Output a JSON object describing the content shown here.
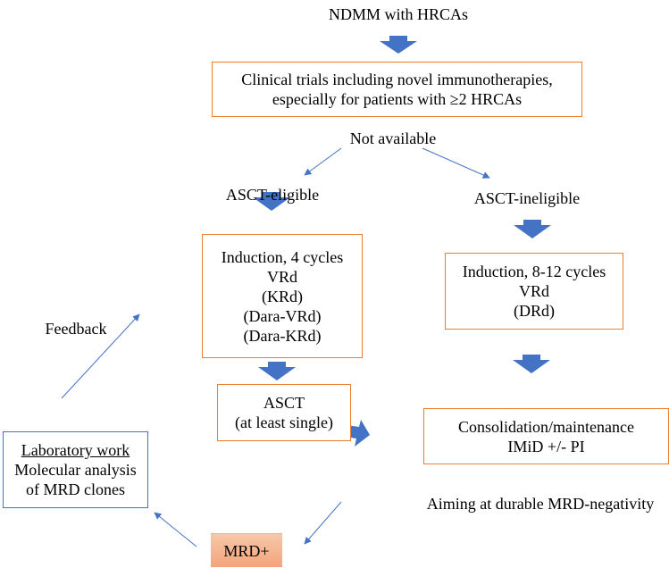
{
  "title": "NDMM with HRCAs",
  "trials_box": [
    "Clinical trials including novel immunotherapies,",
    "especially for patients with ≥2 HRCAs"
  ],
  "not_available": "Not available",
  "left_branch": {
    "label": "ASCT-eligible",
    "induction": [
      "Induction, 4 cycles",
      "VRd",
      "(KRd)",
      "(Dara-VRd)",
      "(Dara-KRd)"
    ],
    "asct": [
      "ASCT",
      "(at least single)"
    ]
  },
  "right_branch": {
    "label": "ASCT-ineligible",
    "induction": [
      "Induction, 8-12 cycles",
      "VRd",
      "(DRd)"
    ],
    "consolidation": [
      "Consolidation/maintenance",
      "IMiD +/- PI"
    ]
  },
  "goal": "Aiming at durable MRD-negativity",
  "mrd_positive": "MRD+",
  "lab_box": {
    "title": "Laboratory work",
    "lines": [
      "Molecular analysis",
      "of MRD clones"
    ]
  },
  "feedback": "Feedback",
  "colors": {
    "box_border": "#ED7D31",
    "lab_border": "#4472C4",
    "arrow_fill": "#4472C4",
    "line_arrow": "#4472C4",
    "mrd_fill": "#F4A47A"
  }
}
